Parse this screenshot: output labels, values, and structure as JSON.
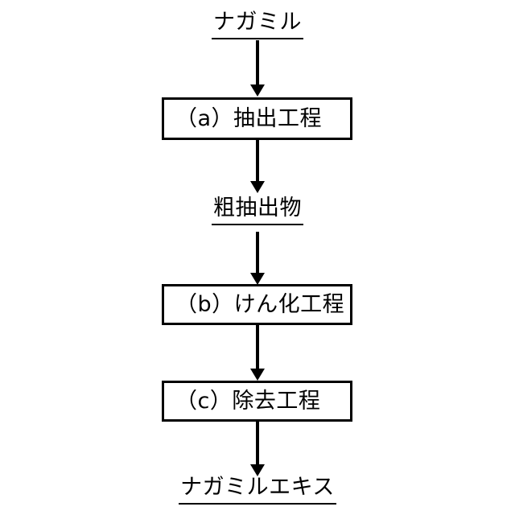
{
  "figure": {
    "background_color": "#ffffff",
    "line_color": "#000000",
    "type": "process-flow-diagram"
  },
  "nodes": {
    "input_material": {
      "label": "ナガミル",
      "kind": "material",
      "underlined": true
    },
    "step_a": {
      "label": "（a）抽出工程",
      "kind": "process"
    },
    "intermediate_material": {
      "label": "粗抽出物",
      "kind": "material",
      "underlined": true
    },
    "step_b": {
      "label": "（b）けん化工程",
      "kind": "process"
    },
    "step_c": {
      "label": "（c）除去工程",
      "kind": "process"
    },
    "output_material": {
      "label": "ナガミルエキス",
      "kind": "material",
      "underlined": true
    }
  },
  "connectors": [
    {
      "name": "arrow-input-to-a",
      "from": "input_material",
      "to": "step_a",
      "direction": "down"
    },
    {
      "name": "arrow-a-to-intermediate",
      "from": "step_a",
      "to": "intermediate_material",
      "direction": "down"
    },
    {
      "name": "arrow-intermediate-to-b",
      "from": "intermediate_material",
      "to": "step_b",
      "direction": "down"
    },
    {
      "name": "arrow-b-to-c",
      "from": "step_b",
      "to": "step_c",
      "direction": "down"
    },
    {
      "name": "arrow-c-to-output",
      "from": "step_c",
      "to": "output_material",
      "direction": "down"
    }
  ]
}
